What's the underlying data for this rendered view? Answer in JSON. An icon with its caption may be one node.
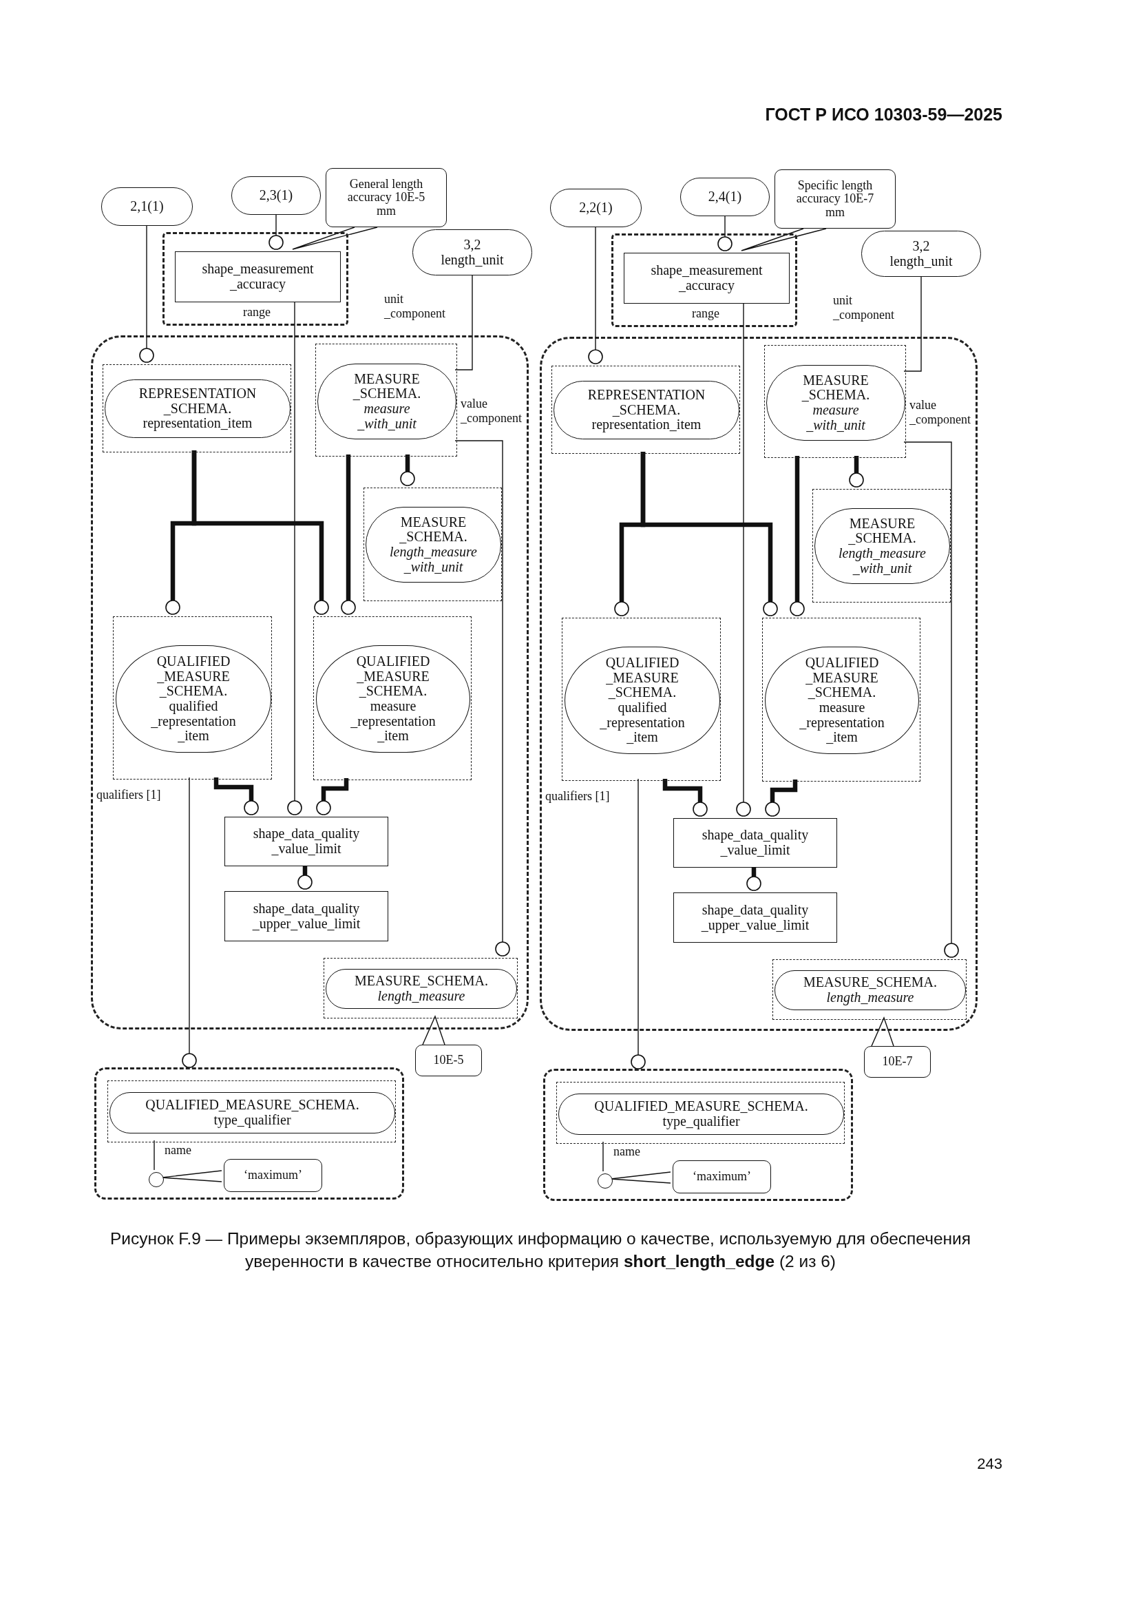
{
  "diagram": {
    "caption": "Рисунок F.9 — Примеры экземпляров, образующих информацию о качестве, используемую для обеспечения уверенности в качестве относительно критерия **short_length_edge** (2 из 6)",
    "nodes": [
      {
        "text": [
          "2,1(1)"
        ]
      },
      {
        "text": [
          "2,3(1)"
        ]
      },
      {
        "text": [
          "General length accuracy 10E-5 mm"
        ]
      },
      {
        "text": [],
        "shape": "box"
      },
      {
        "text": [
          "shape_measurement _accuracy"
        ],
        "in": 3
      },
      {
        "text": [
          "3,2",
          "length_unit"
        ]
      },
      {
        "text": [],
        "shape": "box"
      },
      {
        "text": [],
        "shape": "box",
        "in": 6
      },
      {
        "text": [
          "REPRESENTATION _SCHEMA. representation_item"
        ],
        "in": 7
      },
      {
        "text": [],
        "shape": "box",
        "in": 6
      },
      {
        "text": [
          "MEASURE _SCHEMA. *measure _with_unit*"
        ],
        "in": 9
      },
      {
        "text": [],
        "shape": "box",
        "in": 6
      },
      {
        "text": [
          "MEASURE _SCHEMA. *length_measure _with_unit*"
        ],
        "in": 11
      },
      {
        "text": [],
        "shape": "box",
        "in": 6
      },
      {
        "text": [
          "QUALIFIED _MEASURE _SCHEMA. qualified _representation _item"
        ],
        "in": 13
      },
      {
        "text": [],
        "shape": "box",
        "in": 6
      },
      {
        "text": [
          "QUALIFIED _MEASURE _SCHEMA. measure _representation _item"
        ],
        "in": 15
      },
      {
        "text": [
          "shape_data_quality _value_limit"
        ],
        "in": 6
      },
      {
        "text": [
          "shape_data_quality _upper_value_limit"
        ],
        "in": 6
      },
      {
        "text": [],
        "shape": "box",
        "in": 6
      },
      {
        "text": [
          "MEASURE_SCHEMA. *length_measure*"
        ],
        "in": 19
      },
      {
        "text": [
          "10E-5"
        ]
      },
      {
        "text": [],
        "shape": "box"
      },
      {
        "text": [],
        "shape": "box",
        "in": 22
      },
      {
        "text": [
          "QUALIFIED_MEASURE_SCHEMA. type_qualifier"
        ],
        "in": 23
      },
      {
        "text": [],
        "shape": "circle",
        "in": 22
      },
      {
        "text": [
          "‘maximum’"
        ],
        "in": 22
      },
      {
        "text": [
          "2,2(1)"
        ]
      },
      {
        "text": [
          "2,4(1)"
        ]
      },
      {
        "text": [
          "Specific length accuracy 10E-7 mm"
        ]
      },
      {
        "text": [],
        "shape": "box"
      },
      {
        "text": [
          "shape_measurement _accuracy"
        ],
        "in": 30
      },
      {
        "text": [
          "3,2",
          "length_unit"
        ]
      },
      {
        "text": [],
        "shape": "box"
      },
      {
        "text": [],
        "shape": "box",
        "in": 33
      },
      {
        "text": [
          "REPRESENTATION _SCHEMA. representation_item"
        ],
        "in": 34
      },
      {
        "text": [],
        "shape": "box",
        "in": 33
      },
      {
        "text": [
          "MEASURE _SCHEMA. *measure _with_unit*"
        ],
        "in": 36
      },
      {
        "text": [],
        "shape": "box",
        "in": 33
      },
      {
        "text": [
          "MEASURE _SCHEMA. *length_measure _with_unit*"
        ],
        "in": 38
      },
      {
        "text": [],
        "shape": "box",
        "in": 33
      },
      {
        "text": [
          "QUALIFIED _MEASURE _SCHEMA. qualified _representation _item"
        ],
        "in": 40
      },
      {
        "text": [],
        "shape": "box",
        "in": 33
      },
      {
        "text": [
          "QUALIFIED _MEASURE _SCHEMA. measure _representation _item"
        ],
        "in": 42
      },
      {
        "text": [
          "shape_data_quality _value_limit"
        ],
        "in": 33
      },
      {
        "text": [
          "shape_data_quality _upper_value_limit"
        ],
        "in": 33
      },
      {
        "text": [],
        "shape": "box",
        "in": 33
      },
      {
        "text": [
          "MEASURE_SCHEMA. *length_measure*"
        ],
        "in": 46
      },
      {
        "text": [
          "10E-7"
        ]
      },
      {
        "text": [],
        "shape": "box"
      },
      {
        "text": [],
        "shape": "box",
        "in": 49
      },
      {
        "text": [
          "QUALIFIED_MEASURE_SCHEMA. type_qualifier"
        ],
        "in": 50
      },
      {
        "text": [],
        "shape": "circle",
        "in": 49
      },
      {
        "text": [
          "‘maximum’"
        ],
        "in": 49
      }
    ],
    "edges": [
      {
        "from": 0,
        "to": 7,
        "arrow": "other"
      },
      {
        "from": 1,
        "to": 4,
        "arrow": "other"
      },
      {
        "from": 2,
        "to": 4,
        "arrow": "none"
      },
      {
        "from": 4,
        "to": 17,
        "arrow": "other",
        "label": "range"
      },
      {
        "from": 5,
        "to": 9,
        "arrow": "none",
        "label": "unit _component"
      },
      {
        "from": 9,
        "to": 19,
        "arrow": "other",
        "label": "value _component"
      },
      {
        "from": 9,
        "to": 11,
        "arrow": "other",
        "style": "thick"
      },
      {
        "from": 9,
        "to": 15,
        "arrow": "other",
        "style": "thick"
      },
      {
        "from": 7,
        "to": 13,
        "arrow": "other",
        "style": "thick"
      },
      {
        "from": 7,
        "to": 15,
        "arrow": "other",
        "style": "thick"
      },
      {
        "from": 13,
        "to": 17,
        "arrow": "other",
        "style": "thick"
      },
      {
        "from": 15,
        "to": 17,
        "arrow": "other",
        "style": "thick"
      },
      {
        "from": 17,
        "to": 18,
        "arrow": "other",
        "style": "thick"
      },
      {
        "from": 13,
        "to": 22,
        "arrow": "other",
        "label": "qualifiers [1]"
      },
      {
        "from": 23,
        "to": 25,
        "arrow": "none",
        "label": "name"
      },
      {
        "from": 26,
        "to": 25,
        "arrow": "none"
      },
      {
        "from": 21,
        "to": 19,
        "arrow": "none"
      },
      {
        "from": 27,
        "to": 34,
        "arrow": "other"
      },
      {
        "from": 28,
        "to": 31,
        "arrow": "other"
      },
      {
        "from": 29,
        "to": 31,
        "arrow": "none"
      },
      {
        "from": 31,
        "to": 44,
        "arrow": "other",
        "label": "range"
      },
      {
        "from": 32,
        "to": 36,
        "arrow": "none",
        "label": "unit _component"
      },
      {
        "from": 36,
        "to": 46,
        "arrow": "other",
        "label": "value _component"
      },
      {
        "from": 36,
        "to": 38,
        "arrow": "other",
        "style": "thick"
      },
      {
        "from": 36,
        "to": 42,
        "arrow": "other",
        "style": "thick"
      },
      {
        "from": 34,
        "to": 40,
        "arrow": "other",
        "style": "thick"
      },
      {
        "from": 34,
        "to": 42,
        "arrow": "other",
        "style": "thick"
      },
      {
        "from": 40,
        "to": 44,
        "arrow": "other",
        "style": "thick"
      },
      {
        "from": 42,
        "to": 44,
        "arrow": "other",
        "style": "thick"
      },
      {
        "from": 44,
        "to": 45,
        "arrow": "other",
        "style": "thick"
      },
      {
        "from": 40,
        "to": 49,
        "arrow": "other",
        "label": "qualifiers [1]"
      },
      {
        "from": 50,
        "to": 52,
        "arrow": "none",
        "label": "name"
      },
      {
        "from": 53,
        "to": 52,
        "arrow": "none"
      },
      {
        "from": 48,
        "to": 46,
        "arrow": "none"
      }
    ],
    "labels": [
      "ГОСТ Р ИСО 10303-59—2025",
      "243"
    ]
  }
}
